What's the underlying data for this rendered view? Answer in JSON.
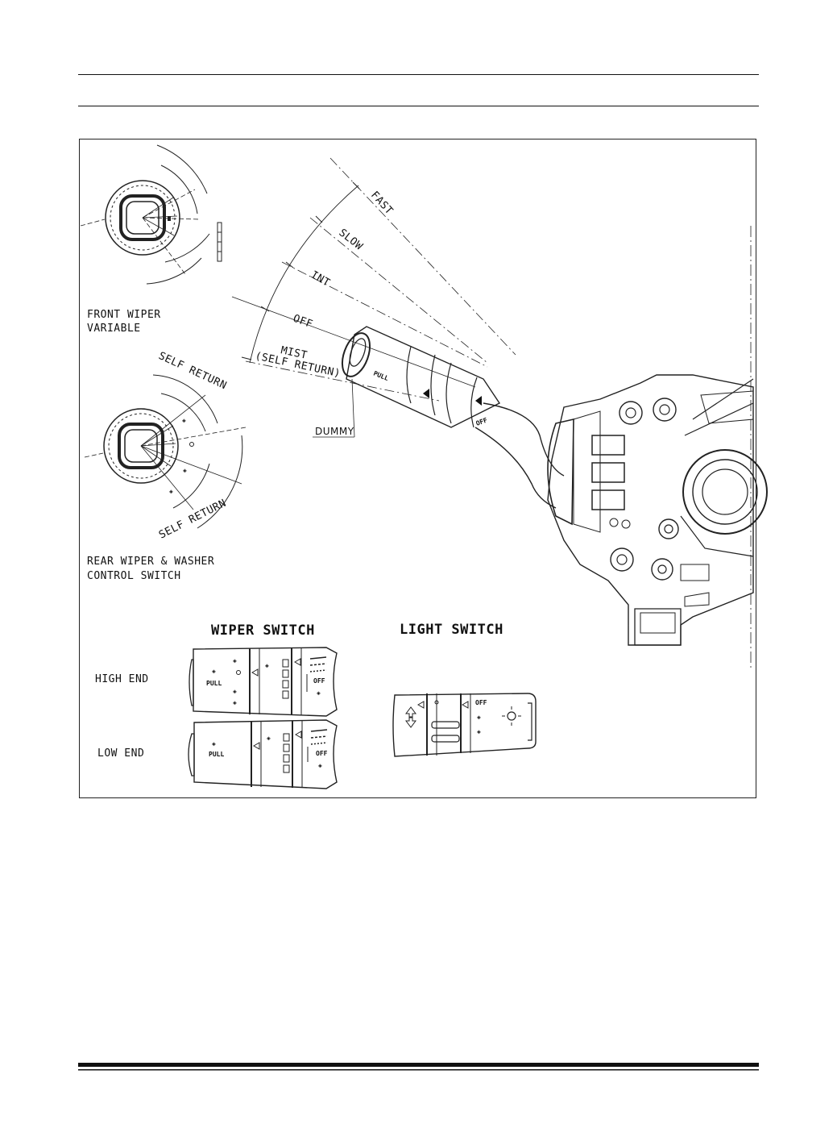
{
  "labels": {
    "front_wiper_line1": "FRONT WIPER",
    "front_wiper_line2": "VARIABLE",
    "rear_wiper_line1": "REAR WIPER & WASHER",
    "rear_wiper_line2": "CONTROL SWITCH",
    "self_return_top": "SELF RETURN",
    "self_return_bottom": "SELF RETURN",
    "pos_fast": "FAST",
    "pos_slow": "SLOW",
    "pos_int": "INT",
    "pos_off": "OFF",
    "pos_mist_line1": "MIST",
    "pos_mist_line2": "(SELF RETURN)",
    "dummy": "DUMMY",
    "wiper_switch_title": "WIPER SWITCH",
    "light_switch_title": "LIGHT SWITCH",
    "high_end": "HIGH END",
    "low_end": "LOW END",
    "pull_high": "PULL",
    "pull_low": "PULL",
    "off_high": "OFF",
    "off_low": "OFF",
    "off_light": "OFF"
  }
}
